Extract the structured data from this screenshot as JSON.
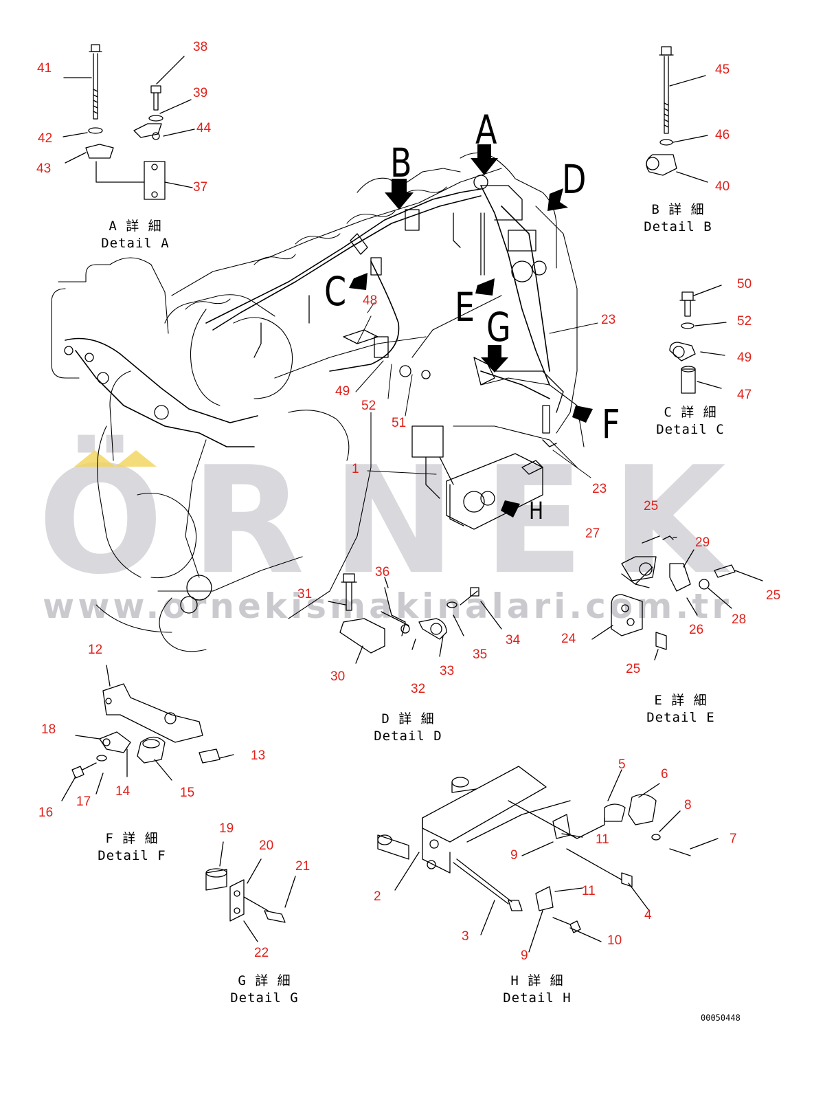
{
  "callouts": {
    "c1": "1",
    "c2": "2",
    "c3": "3",
    "c4": "4",
    "c5": "5",
    "c6": "6",
    "c7": "7",
    "c8": "8",
    "c9a": "9",
    "c9b": "9",
    "c10": "10",
    "c11a": "11",
    "c11b": "11",
    "c12": "12",
    "c13": "13",
    "c14": "14",
    "c15": "15",
    "c16": "16",
    "c17": "17",
    "c18": "18",
    "c19": "19",
    "c20": "20",
    "c21": "21",
    "c22": "22",
    "c23a": "23",
    "c23b": "23",
    "c24": "24",
    "c25a": "25",
    "c25b": "25",
    "c25c": "25",
    "c26": "26",
    "c27": "27",
    "c28": "28",
    "c29": "29",
    "c30": "30",
    "c31": "31",
    "c32": "32",
    "c33": "33",
    "c34": "34",
    "c35": "35",
    "c36": "36",
    "c37": "37",
    "c38": "38",
    "c39": "39",
    "c40": "40",
    "c41": "41",
    "c42": "42",
    "c43": "43",
    "c44": "44",
    "c45": "45",
    "c46": "46",
    "c47": "47",
    "c48": "48",
    "c49a": "49",
    "c49b": "49",
    "c50": "50",
    "c51": "51",
    "c52a": "52",
    "c52b": "52"
  },
  "view_letters": {
    "A": "A",
    "B": "B",
    "C": "C",
    "D": "D",
    "E": "E",
    "F": "F",
    "G": "G",
    "H": "H"
  },
  "details": {
    "A": {
      "jp": "A 詳 細",
      "en": "Detail A"
    },
    "B": {
      "jp": "B 詳 細",
      "en": "Detail B"
    },
    "C": {
      "jp": "C 詳 細",
      "en": "Detail C"
    },
    "D": {
      "jp": "D 詳 細",
      "en": "Detail D"
    },
    "E": {
      "jp": "E 詳 細",
      "en": "Detail E"
    },
    "F": {
      "jp": "F 詳 細",
      "en": "Detail F"
    },
    "G": {
      "jp": "G 詳 細",
      "en": "Detail G"
    },
    "H": {
      "jp": "H 詳 細",
      "en": "Detail H"
    }
  },
  "watermark": {
    "brand": "ÖRNEK",
    "url": "www.ornekismakinalari.com.tr"
  },
  "drawing_number": "00050448",
  "colors": {
    "callout": "#e0211b",
    "line": "#000000",
    "watermark": "#cfcfd4",
    "accent": "#f2d35a"
  }
}
